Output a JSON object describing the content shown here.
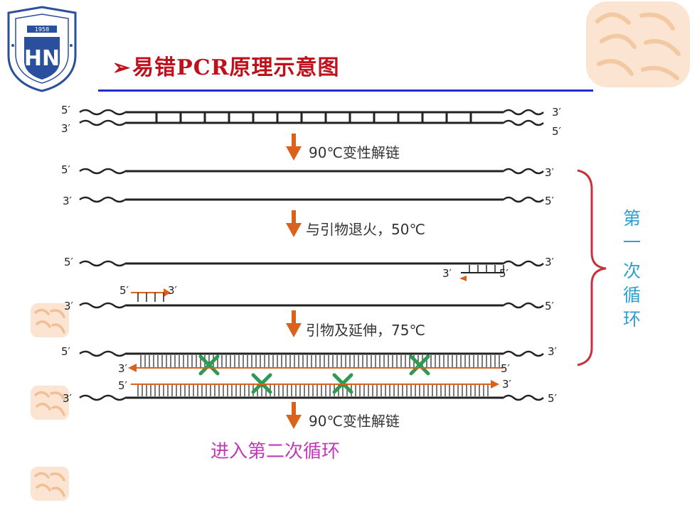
{
  "slide": {
    "title_marker": "➢",
    "title": "易错PCR原理示意图",
    "logo_text": "HN",
    "logo_year": "1958"
  },
  "diagram": {
    "end5": "5′",
    "end3": "3′",
    "step1": "90℃变性解链",
    "step2": "与引物退火，50℃",
    "step3": "引物及延伸，75℃",
    "step4": "90℃变性解链",
    "next_cycle": "进入第二次循环",
    "cycle_label": [
      "第",
      "一",
      "次",
      "循",
      "环"
    ]
  },
  "colors": {
    "title": "#c0101c",
    "rule": "#1f2fd0",
    "arrow": "#d9631c",
    "brace": "#c8323b",
    "cycle_text": "#2fa1d0",
    "mutation": "#2e9a52",
    "next_cycle": "#c03ab8",
    "stamp": "#f2c9a2"
  }
}
